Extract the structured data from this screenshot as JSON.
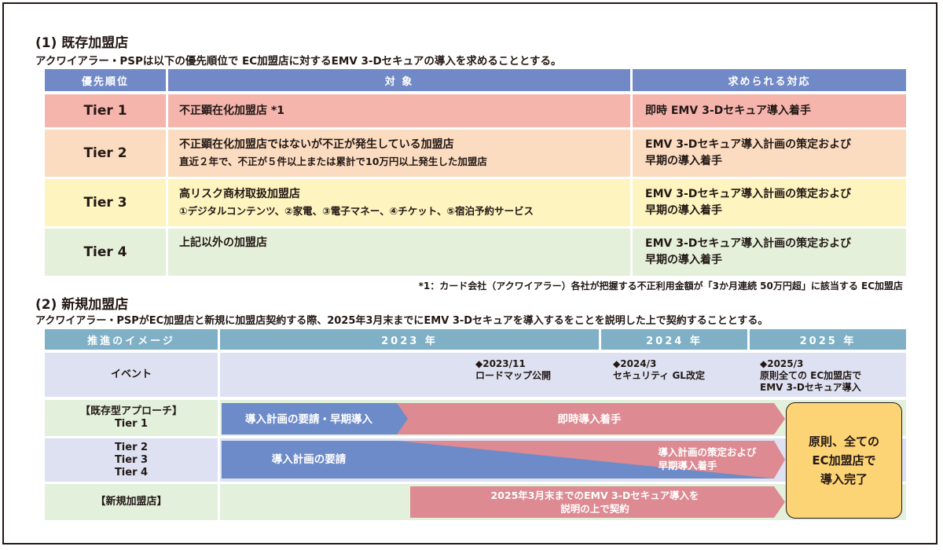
{
  "section1": {
    "heading": "(1) 既存加盟店",
    "intro": "アクワイアラー・PSPは以下の優先順位で EC加盟店に対するEMV 3-Dセキュアの導入を求めることとする。",
    "headers": {
      "priority": "優先順位",
      "target": "対 象",
      "response": "求められる対応"
    },
    "rows": [
      {
        "tier": "Tier 1",
        "target_line1": "不正顕在化加盟店 *1",
        "target_line2": "",
        "response_line1": "即時 EMV 3-Dセキュア導入着手",
        "response_line2": ""
      },
      {
        "tier": "Tier 2",
        "target_line1": "不正顕在化加盟店ではないが不正が発生している加盟店",
        "target_line2": "直近２年で、不正が５件以上または累計で10万円以上発生した加盟店",
        "response_line1": "EMV 3-Dセキュア導入計画の策定および",
        "response_line2": "早期の導入着手"
      },
      {
        "tier": "Tier 3",
        "target_line1": "高リスク商材取扱加盟店",
        "target_line2": "①デジタルコンテンツ、②家電、③電子マネー、④チケット、⑤宿泊予約サービス",
        "response_line1": "EMV 3-Dセキュア導入計画の策定および",
        "response_line2": "早期の導入着手"
      },
      {
        "tier": "Tier 4",
        "target_line1": "上記以外の加盟店",
        "target_line2": "",
        "response_line1": "EMV 3-Dセキュア導入計画の策定および",
        "response_line2": "早期の導入着手"
      }
    ],
    "footnote": "*1：カード会社（アクワイアラー）各社が把握する不正利用金額が「3か月連続 50万円超」に該当する EC加盟店"
  },
  "section2": {
    "heading": "(2) 新規加盟店",
    "intro": "アクワイアラー・PSPがEC加盟店と新規に加盟店契約する際、2025年3月末までにEMV 3-Dセキュアを導入するをことを説明した上で契約することとする。",
    "header_label": "推進のイメージ",
    "years": [
      "2023 年",
      "2024 年",
      "2025 年"
    ],
    "row_labels": {
      "event": "イベント",
      "existing_title": "【既存型アプローチ】",
      "tier1": "Tier 1",
      "tier2": "Tier 2",
      "tier3": "Tier 3",
      "tier4": "Tier 4",
      "new": "【新規加盟店】"
    },
    "events": [
      {
        "date": "◆2023/11",
        "line1": "ロードマップ公開",
        "line2": ""
      },
      {
        "date": "◆2024/3",
        "line1": "セキュリティ GL改定",
        "line2": ""
      },
      {
        "date": "◆2025/3",
        "line1": "原則全ての EC加盟店で",
        "line2": "EMV 3-Dセキュア導入"
      }
    ],
    "bars": {
      "tier1_request": "導入計画の要請・早期導入",
      "tier1_immediate": "即時導入着手",
      "tier234_request": "導入計画の要請",
      "tier234_plan_line1": "導入計画の策定および",
      "tier234_plan_line2": "早期導入着手",
      "new_line1": "2025年3月末までのEMV 3-Dセキュア導入を",
      "new_line2": "説明の上で契約"
    },
    "goal_box": {
      "line1": "原則、全ての",
      "line2": "EC加盟店で",
      "line3": "導入完了"
    }
  },
  "colors": {
    "header_blue": "#7189c7",
    "tier1_pink": "#f5b5ad",
    "tier2_peach": "#fbdcc0",
    "tier3_yellow": "#fdf4bf",
    "tier4_green": "#e4f0da",
    "timeline_header": "#7fb0c6",
    "timeline_lavender": "#dde1f1",
    "timeline_green": "#e2f0dc",
    "bar_blue": "#6d8bc9",
    "bar_pink": "#dd8a92",
    "goal_yellow": "#fdd475"
  }
}
